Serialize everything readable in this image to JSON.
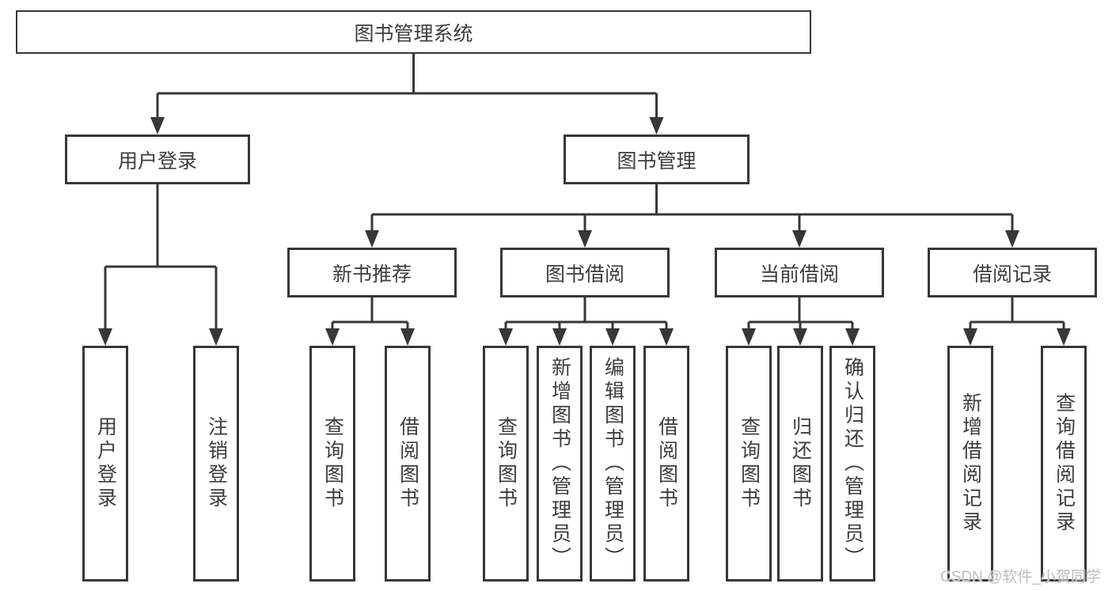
{
  "diagram": {
    "root": {
      "label": "图书管理系统"
    },
    "branches": [
      {
        "label": "用户登录",
        "children": [
          "用户登录",
          "注销登录"
        ]
      },
      {
        "label": "图书管理",
        "modules": [
          {
            "label": "新书推荐",
            "children": [
              "查询图书",
              "借阅图书"
            ]
          },
          {
            "label": "图书借阅",
            "children": [
              "查询图书",
              "新增图书（管理员）",
              "编辑图书（管理员）",
              "借阅图书"
            ]
          },
          {
            "label": "当前借阅",
            "children": [
              "查询图书",
              "归还图书",
              "确认归还（管理员）"
            ]
          },
          {
            "label": "借阅记录",
            "children": [
              "新增借阅记录",
              "查询借阅记录"
            ]
          }
        ]
      }
    ],
    "colors": {
      "line": "#373737",
      "text": "#3d3d3d",
      "box_background": "#ffffff",
      "watermark_text": "#bdbdbd"
    },
    "watermark": "CSDN @软件_小贺同学"
  }
}
